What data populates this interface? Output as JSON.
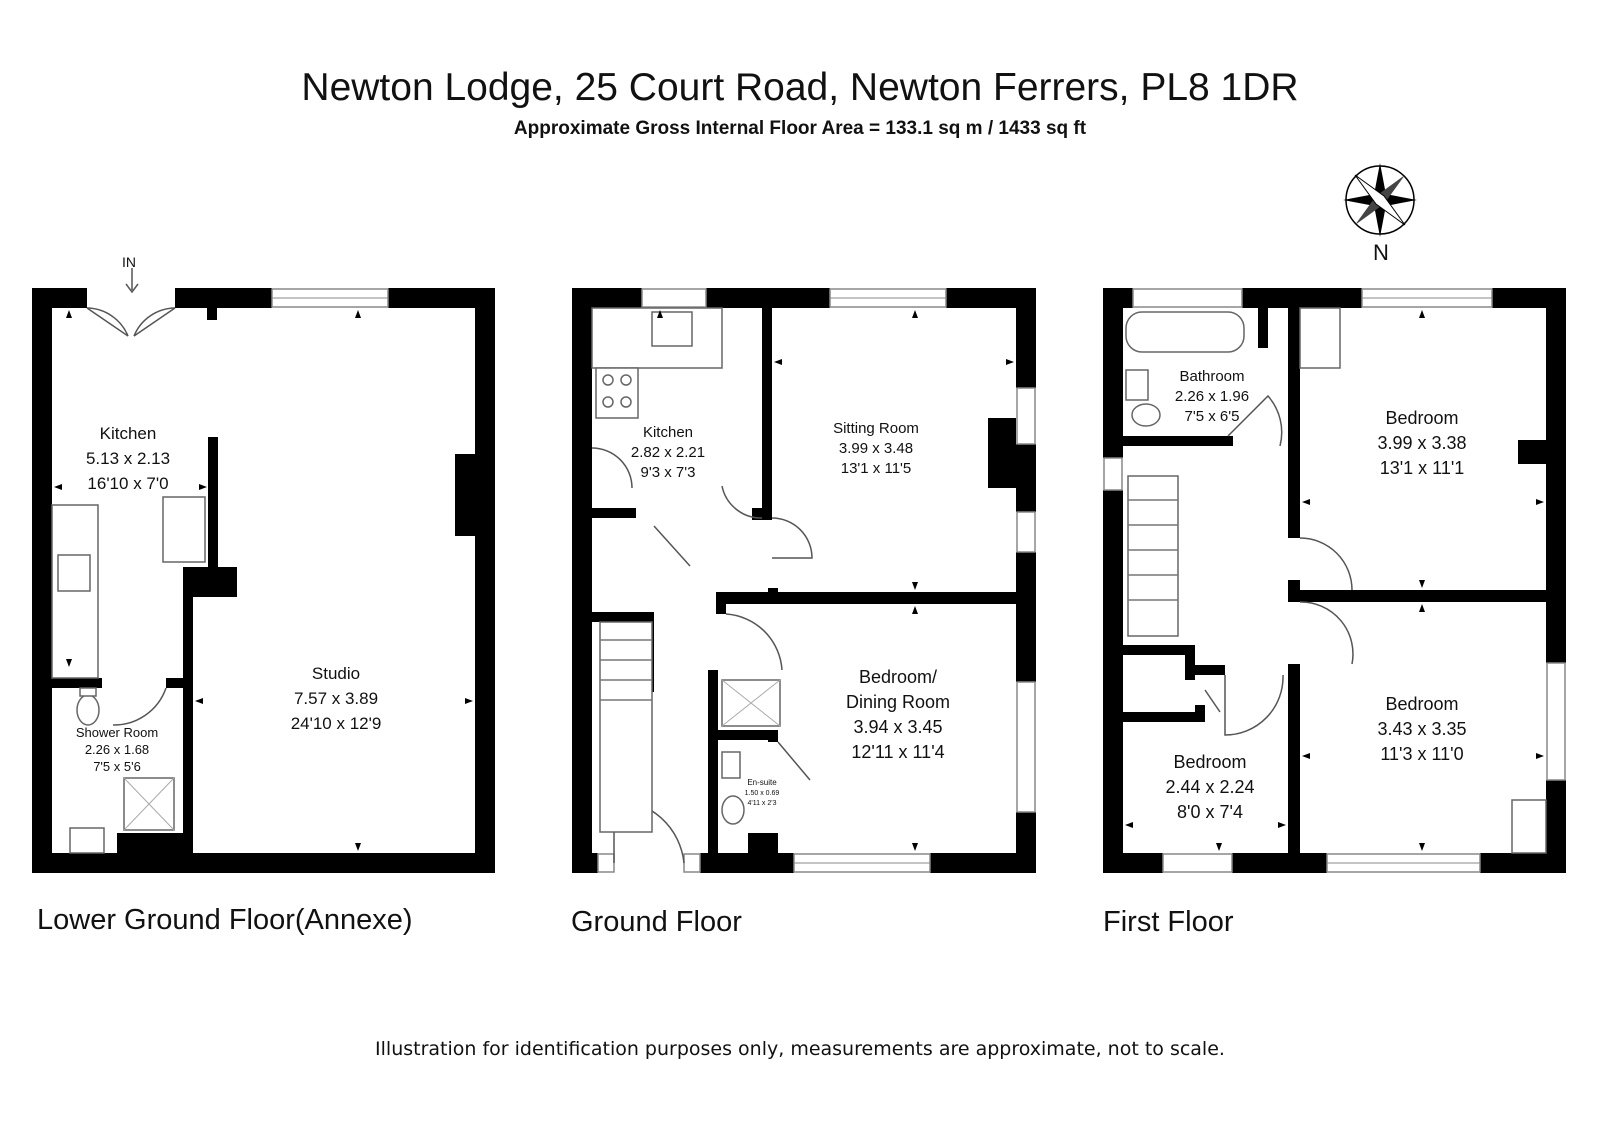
{
  "header": {
    "title": "Newton Lodge, 25 Court Road, Newton Ferrers, PL8 1DR",
    "subtitle": "Approximate Gross Internal Floor Area  = 133.1 sq m / 1433 sq ft"
  },
  "compass": {
    "label": "N"
  },
  "entrance": {
    "label": "IN"
  },
  "floors": {
    "lower": {
      "label": "Lower Ground Floor(Annexe)",
      "rooms": {
        "kitchen": {
          "name": "Kitchen",
          "metric": "5.13 x 2.13",
          "imperial": "16'10 x 7'0"
        },
        "studio": {
          "name": "Studio",
          "metric": "7.57 x 3.89",
          "imperial": "24'10 x 12'9"
        },
        "shower": {
          "name": "Shower Room",
          "metric": "2.26 x 1.68",
          "imperial": "7'5 x 5'6"
        }
      }
    },
    "ground": {
      "label": "Ground Floor",
      "rooms": {
        "kitchen": {
          "name": "Kitchen",
          "metric": "2.82 x 2.21",
          "imperial": "9'3 x 7'3"
        },
        "sitting": {
          "name": "Sitting Room",
          "metric": "3.99 x 3.48",
          "imperial": "13'1 x 11'5"
        },
        "bedroom": {
          "name1": "Bedroom/",
          "name2": "Dining Room",
          "metric": "3.94 x 3.45",
          "imperial": "12'11 x 11'4"
        },
        "ensuite": {
          "name": "En-suite",
          "metric": "1.50 x 0.69",
          "imperial": "4'11 x 2'3"
        }
      }
    },
    "first": {
      "label": "First Floor",
      "rooms": {
        "bathroom": {
          "name": "Bathroom",
          "metric": "2.26 x 1.96",
          "imperial": "7'5 x 6'5"
        },
        "bedroom1": {
          "name": "Bedroom",
          "metric": "3.99 x 3.38",
          "imperial": "13'1 x 11'1"
        },
        "bedroom2": {
          "name": "Bedroom",
          "metric": "3.43 x 3.35",
          "imperial": "11'3 x 11'0"
        },
        "bedroom3": {
          "name": "Bedroom",
          "metric": "2.44 x 2.24",
          "imperial": "8'0 x 7'4"
        }
      }
    }
  },
  "footer": {
    "disclaimer": "Illustration for identification purposes only, measurements are approximate, not to scale."
  }
}
